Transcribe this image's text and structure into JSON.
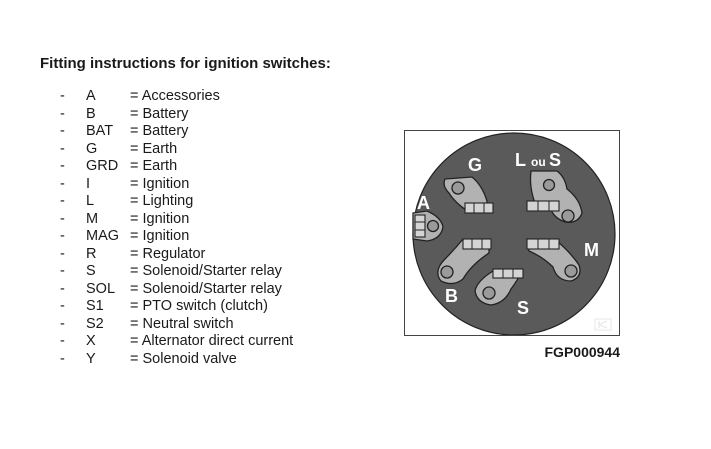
{
  "title": "Fitting instructions for ignition switches:",
  "legend": [
    {
      "dash": "-",
      "code": "A",
      "desc": "= Accessories"
    },
    {
      "dash": "-",
      "code": "B",
      "desc": "= Battery"
    },
    {
      "dash": "-",
      "code": "BAT",
      "desc": "= Battery"
    },
    {
      "dash": "-",
      "code": "G",
      "desc": "= Earth"
    },
    {
      "dash": "-",
      "code": "GRD",
      "desc": "= Earth"
    },
    {
      "dash": "-",
      "code": "I",
      "desc": "= Ignition"
    },
    {
      "dash": "-",
      "code": "L",
      "desc": "= Lighting"
    },
    {
      "dash": "-",
      "code": "M",
      "desc": "= Ignition"
    },
    {
      "dash": "-",
      "code": "MAG",
      "desc": "= Ignition"
    },
    {
      "dash": "-",
      "code": "R",
      "desc": "= Regulator"
    },
    {
      "dash": "-",
      "code": "S",
      "desc": "= Solenoid/Starter relay"
    },
    {
      "dash": "-",
      "code": "SOL",
      "desc": "= Solenoid/Starter relay"
    },
    {
      "dash": "-",
      "code": "S1",
      "desc": "= PTO switch (clutch)"
    },
    {
      "dash": "-",
      "code": "S2",
      "desc": "= Neutral switch"
    },
    {
      "dash": "-",
      "code": "X",
      "desc": "= Alternator direct current"
    },
    {
      "dash": "-",
      "code": "Y",
      "desc": "= Solenoid valve"
    }
  ],
  "diagram": {
    "labels": {
      "g": "G",
      "l": "L",
      "ou": "ou",
      "s_top": "S",
      "a": "A",
      "m": "M",
      "b": "B",
      "s_bottom": "S"
    },
    "colors": {
      "body": "#5a5a5a",
      "terminal": "#b2b2b2",
      "outline": "#222222"
    }
  },
  "ref_code": "FGP000944"
}
